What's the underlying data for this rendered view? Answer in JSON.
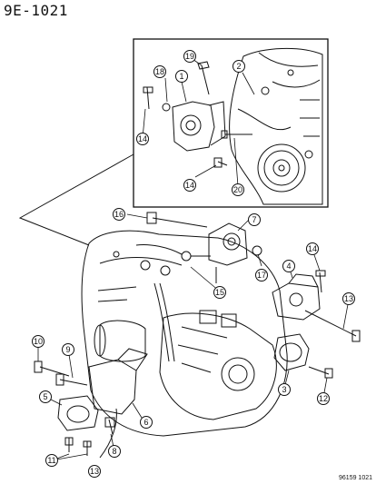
{
  "diagram_code": "9E-1021",
  "reference_number": "96159 1021",
  "callouts": [
    {
      "id": "c1",
      "label": "1"
    },
    {
      "id": "c2",
      "label": "2"
    },
    {
      "id": "c3",
      "label": "3"
    },
    {
      "id": "c4",
      "label": "4"
    },
    {
      "id": "c5",
      "label": "5"
    },
    {
      "id": "c6",
      "label": "6"
    },
    {
      "id": "c7",
      "label": "7"
    },
    {
      "id": "c8",
      "label": "8"
    },
    {
      "id": "c9",
      "label": "9"
    },
    {
      "id": "c10",
      "label": "10"
    },
    {
      "id": "c11",
      "label": "11"
    },
    {
      "id": "c12",
      "label": "12"
    },
    {
      "id": "c13a",
      "label": "13"
    },
    {
      "id": "c13b",
      "label": "13"
    },
    {
      "id": "c14a",
      "label": "14"
    },
    {
      "id": "c14b",
      "label": "14"
    },
    {
      "id": "c14c",
      "label": "14"
    },
    {
      "id": "c15",
      "label": "15"
    },
    {
      "id": "c16",
      "label": "16"
    },
    {
      "id": "c17",
      "label": "17"
    },
    {
      "id": "c18",
      "label": "18"
    },
    {
      "id": "c19",
      "label": "19"
    },
    {
      "id": "c20",
      "label": "20"
    }
  ]
}
